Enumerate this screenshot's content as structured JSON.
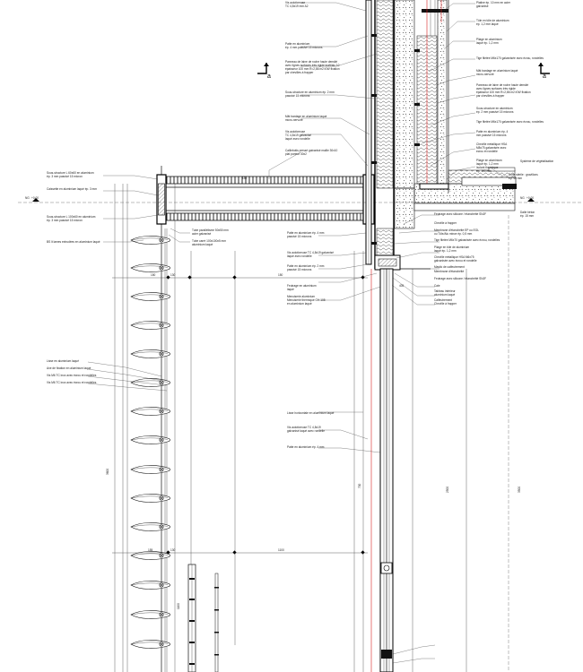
{
  "section_marks": [
    "a",
    "a"
  ],
  "levels": [
    "NG",
    "+0.00",
    "NG",
    "+0.00"
  ],
  "dims": {
    "horizontal": [
      "150",
      "130",
      "155",
      "130",
      "1100",
      "150",
      "405",
      "150"
    ],
    "vertical": [
      "3600",
      "700",
      "1100",
      "2500",
      "3500"
    ]
  },
  "annotations": {
    "top_center": [
      "Vis autoforeuse",
      "TC 4,8x19 mm A2",
      "Patte en aluminium",
      "ép. 4 mm passivé 15 microns",
      "Panneau de laine de roche haute densité",
      "avec lignes surfaces très rigide kraft/alu 10",
      "épaisseur 100 mm R=2,86 m2.K/W fixation",
      "par chevilles à frapper",
      "Sous-structure en aluminium ép. 2 mm",
      "passivé 15 microns",
      "Mât bardage en aluminium laqué",
      "micro-nervuré",
      "Vis autoforeuse",
      "TC 4,8x19 galvanisé",
      "laqué avec rondelle",
      "Caillebotis pressé galvanisé maille 30x10",
      "plat porteur 30x2"
    ],
    "top_right": [
      "Platine ép. 10 mm en acier",
      "galvanisé",
      "Tôle en tôle de aluminium",
      "ép. 1,2 mm laqué",
      "Pliage en aluminium",
      "laqué ép. 1,2 mm",
      "Tige filetée M6x170 galvanisée avec écrou, rondelles",
      "Mât bardage en aluminium laqué",
      "micro-nervuré",
      "Panneau de laine de roche haute densité",
      "avec lignes surfaces très rigide",
      "épaisseur 100 mm R=2,86 m2.K/W fixation",
      "par chevilles à frapper",
      "Sous-structure en aluminium",
      "ép. 2 mm passivé 15 microns",
      "Tige filetée M6x170 galvanisée avec écrou, rondelles",
      "Patte en aluminium ép. 4",
      "mm passivé 15 microns",
      "Cheville métallique HSA",
      "M8x75 galvanisée avec",
      "ecrou et rondelle",
      "Pliage en aluminium",
      "laqué ép. 1,2 mm",
      "Système de végétalisation",
      "Zone stérile : gravillons",
      "ép. 40 mm",
      "Isolant thermique",
      "ép. 100 mm"
    ],
    "middle_right": [
      "Dalle béton",
      "ép. 15 mm",
      "Feutrage avec silicone / étanchéité SNJF",
      "Cheville à frapper",
      "Membrane d'étanchéité EP ou EOL",
      "ou Tôle/Alu mince ép. 0,5 mm",
      "Tige filetée M6x70 galvanisée avec écrou, rondelles",
      "Pliage en tôle de aluminium",
      "laqué ép. 1,2 mm",
      "Cheville métallique HSA M6x75",
      "galvanisée avec écrou et rondelle",
      "Mastic de calfeutrement",
      "Membrane d'étanchéité",
      "Feutrage avec silicone / étanchéité SNJF",
      "Cale",
      "Tableau intérieur",
      "aluminium laqué",
      "Calfeutrement",
      "Cheville à frapper"
    ],
    "left": [
      "Sous-structure L 60x60 en aluminium",
      "ép. 3 mm passivé 15 micron",
      "Caissette en aluminium laqué ép. 3 mm",
      "Sous-structure L 100x60 en aluminium",
      "ép. 3 mm passivé 15 micron",
      "BS lt lames extrudées en aluminium laqué",
      "Lisse en aluminium laqué",
      "Axe de fixation en aluminium laqué",
      "Vis M6 TC inox avec écrou et rondelles",
      "Vis M6 TC inox avec écrou et rondelles"
    ],
    "middle": [
      "Tube parallélisme 50x50 mm",
      "acier galvanisé",
      "Tube carré 100x100x5 mm",
      "aluminium laqué",
      "Patte en aluminium ép. 4 mm",
      "passivé 15 microns",
      "Vis autoforeuse TC 4,8x19 galvanisé",
      "laqué avec rondelle",
      "Patte en aluminium ép. 2 mm",
      "passivé 15 microns",
      "Feutrage en aluminium",
      "laqué",
      "Menuiserie aluminium",
      "Menuiserie thermique GH 108",
      "en aluminium laqué",
      "Lisse horizontale en aluminium laqué",
      "Vis autoforeuse TC 4,8x19",
      "galvanisé laqué avec rondelle",
      "Patte en aluminium ép. 4 mm"
    ]
  }
}
